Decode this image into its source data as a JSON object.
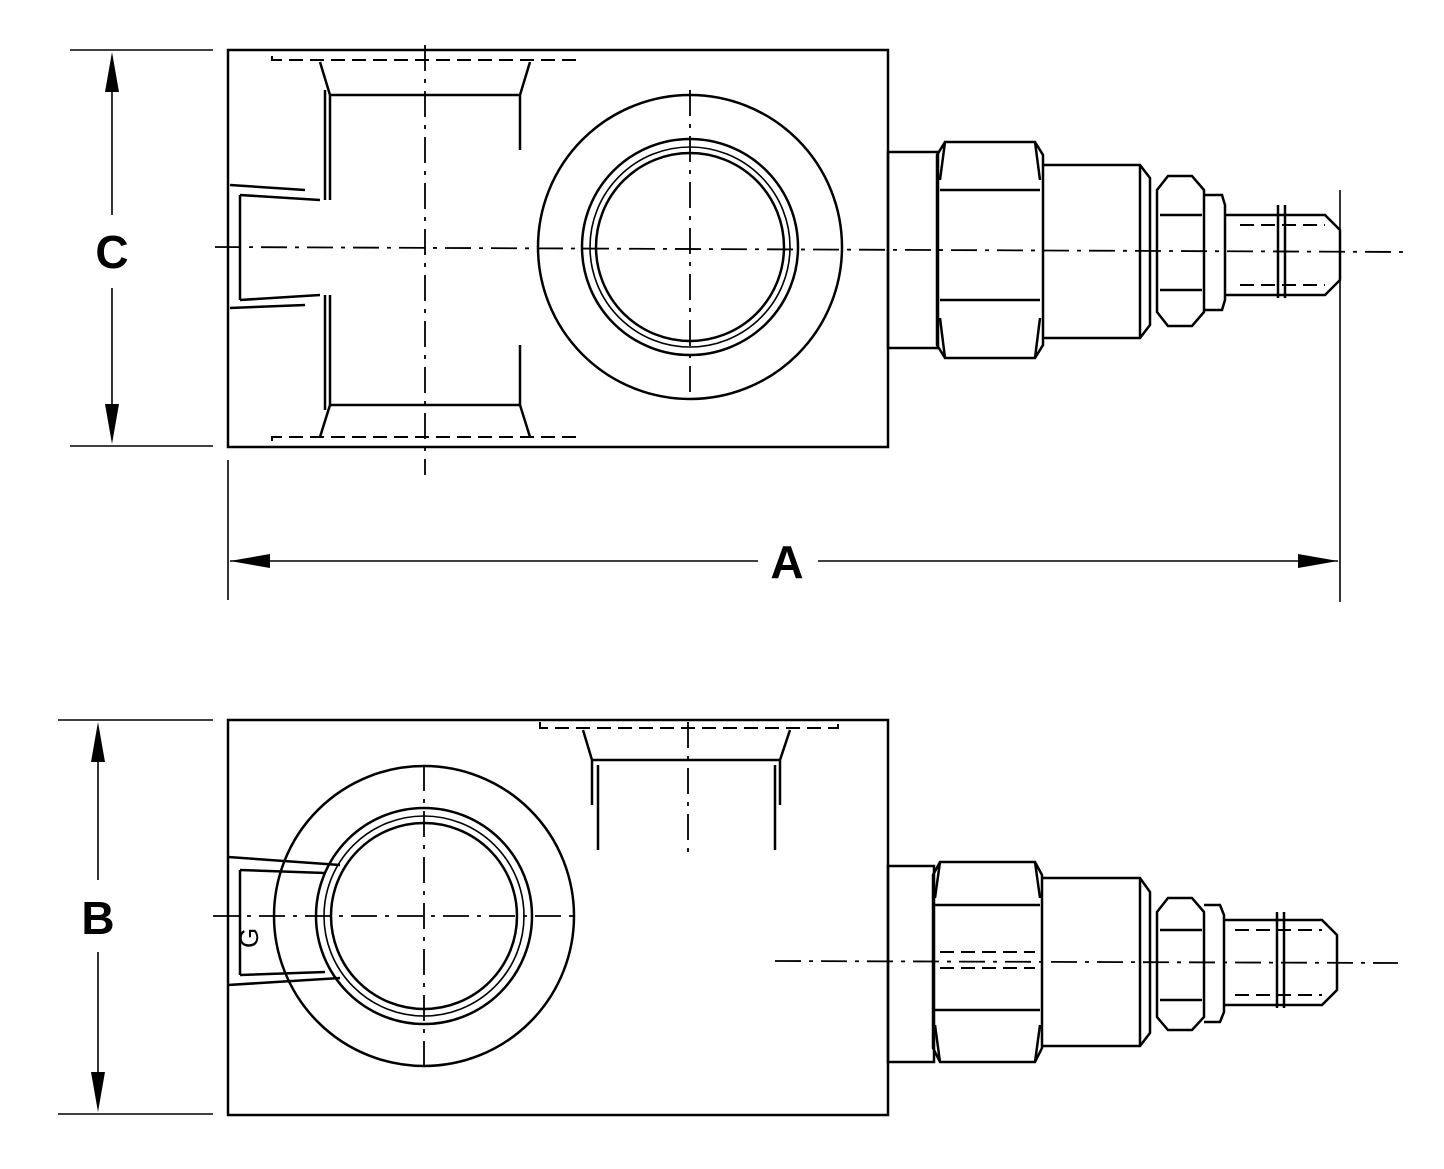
{
  "dimensions": {
    "length_label": "A",
    "width_label": "B",
    "height_label": "C"
  },
  "markings": {
    "side_port_mark": "G"
  },
  "colors": {
    "line": "#000000",
    "background": "#ffffff"
  }
}
